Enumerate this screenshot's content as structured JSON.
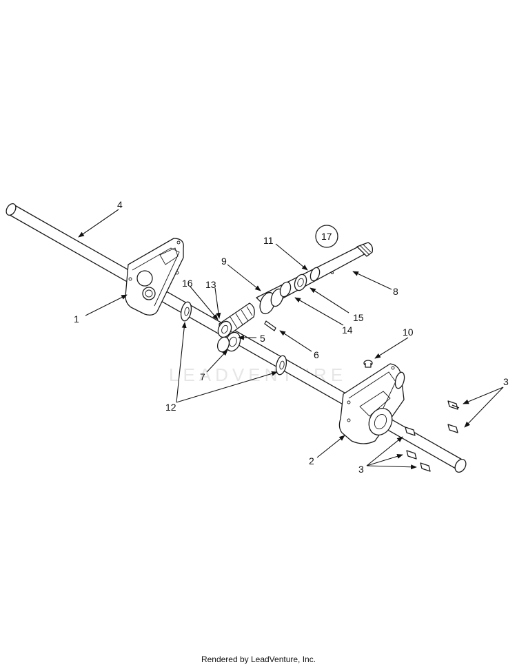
{
  "callouts": {
    "c1": "1",
    "c2": "2",
    "c3a": "3",
    "c3b": "3",
    "c4": "4",
    "c5": "5",
    "c6": "6",
    "c7": "7",
    "c8": "8",
    "c9": "9",
    "c10": "10",
    "c11": "11",
    "c12": "12",
    "c13": "13",
    "c14": "14",
    "c15": "15",
    "c16": "16",
    "c17": "17"
  },
  "watermark": "LEADVENTURE",
  "footer": "Rendered by LeadVenture, Inc."
}
